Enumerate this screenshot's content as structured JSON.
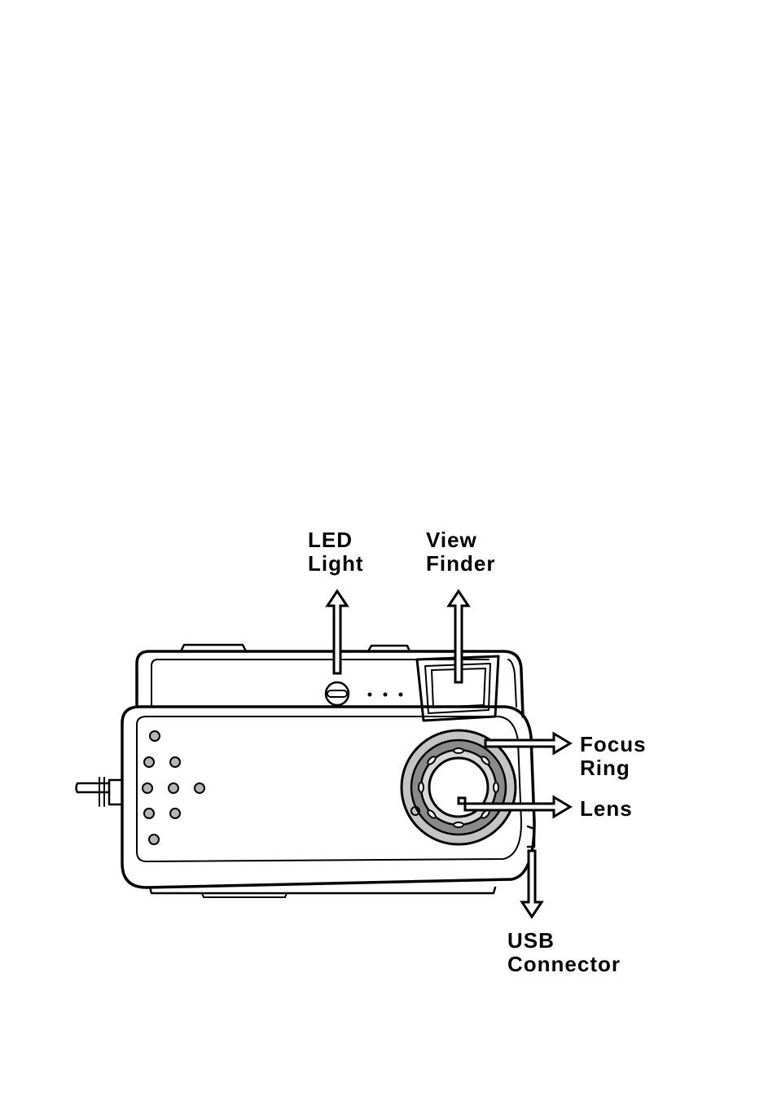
{
  "diagram": {
    "colors": {
      "line": "#000000",
      "lens_ring": "#8a8a8a",
      "button_fill": "#b5b5b5",
      "background": "#ffffff"
    },
    "labels": {
      "led_light": {
        "line1": "LED",
        "line2": "Light"
      },
      "view_finder": {
        "line1": "View",
        "line2": "Finder"
      },
      "focus_ring": {
        "line1": "Focus",
        "line2": "Ring"
      },
      "lens": {
        "line1": "Lens"
      },
      "usb_connector": {
        "line1": "USB",
        "line2": "Connector"
      }
    },
    "icons": [
      "camera-front-illustration",
      "arrow-up-icon",
      "arrow-right-icon",
      "arrow-down-icon"
    ]
  }
}
